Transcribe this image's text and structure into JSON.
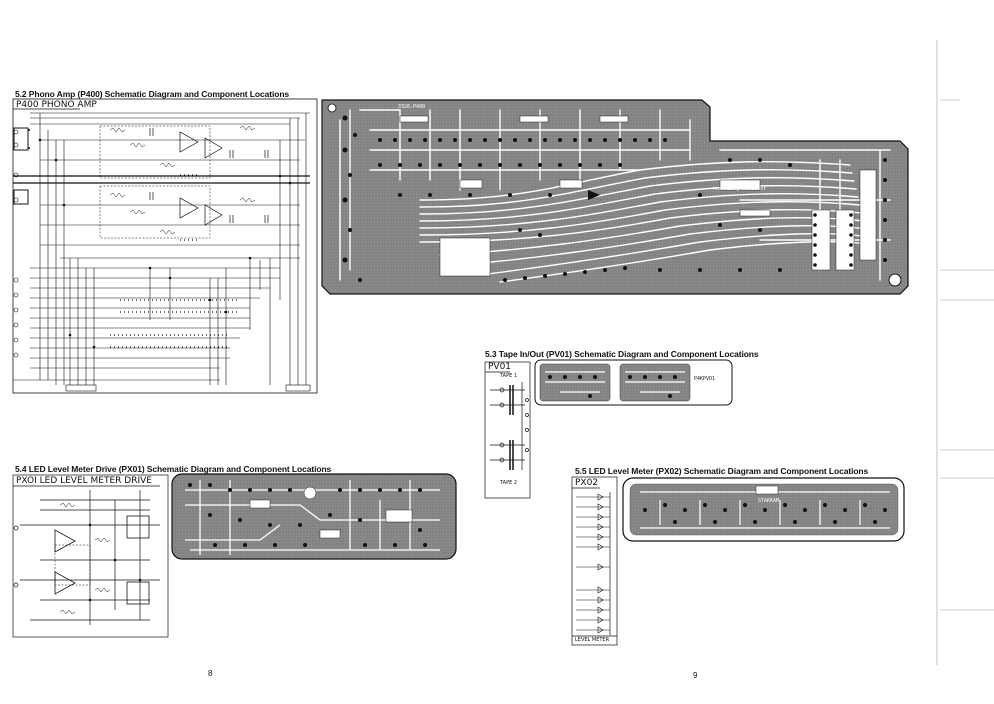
{
  "sections": {
    "phono": {
      "title": "5.2 Phono Amp (P400) Schematic Diagram and Component Locations",
      "box_label": "P400 PHONO AMP"
    },
    "tape": {
      "title": "5.3 Tape In/Out (PV01) Schematic Diagram and Component Locations",
      "box_label": "PV01",
      "tape1": "TAPE 1",
      "tape2": "TAPE 2"
    },
    "led_drive": {
      "title": "5.4 LED Level Meter Drive (PX01) Schematic Diagram and Component Locations",
      "box_label": "PXOI LED LEVEL METER  DRIVE"
    },
    "led_meter": {
      "title": "5.5 LED Level Meter (PX02) Schematic Diagram and Component Locations",
      "box_label": "PX02",
      "footer_label": "LEVEL METER"
    }
  },
  "pcb_labels": {
    "phono_code": "3326-P400",
    "selector": "recording selector",
    "tape_code": "P4KPVO1",
    "led_code": "STAKKAM"
  },
  "page_numbers": {
    "left": "8",
    "right": "9"
  }
}
